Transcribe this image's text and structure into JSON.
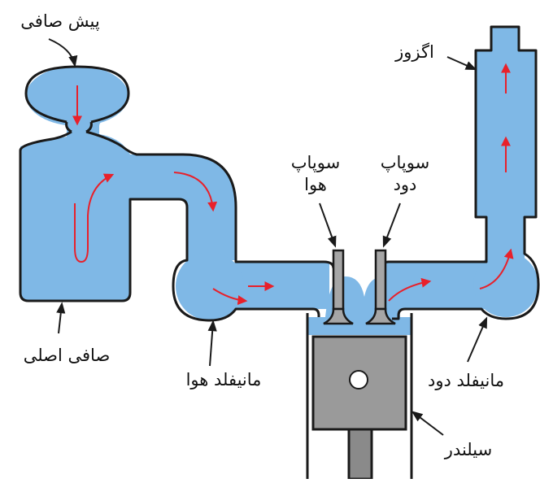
{
  "labels": {
    "pre_filter": "پیش صافی",
    "main_filter": "صافی اصلی",
    "air_manifold": "مانیفلد هوا",
    "intake_valve_line1": "سوپاپ",
    "intake_valve_line2": "هوا",
    "exhaust_valve_line1": "سوپاپ",
    "exhaust_valve_line2": "دود",
    "exhaust_pipe": "اگزوز",
    "exhaust_manifold": "مانیفلد دود",
    "cylinder": "سیلندر"
  },
  "colors": {
    "air_fill": "#7fb8e6",
    "outline": "#1a1a1a",
    "flow_arrow": "#e8202a",
    "piston": "#9a9a9a",
    "valve": "#a6a6a6",
    "rod": "#8a8a8a"
  }
}
